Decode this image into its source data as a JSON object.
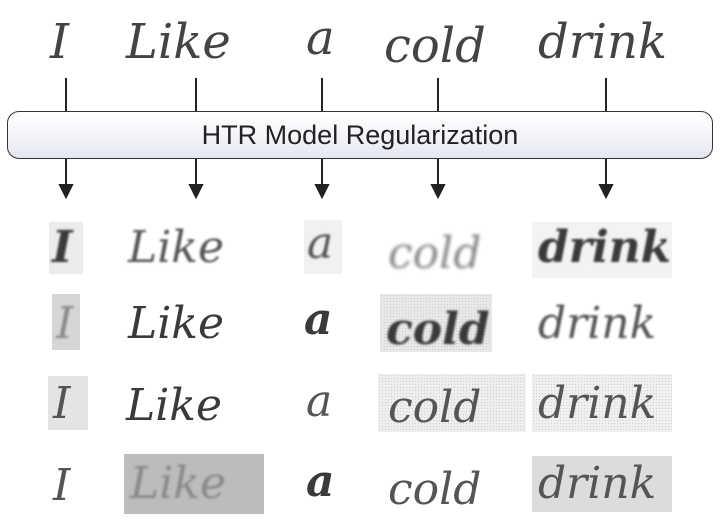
{
  "diagram": {
    "box_label": "HTR Model Regularization",
    "input_words": [
      "I",
      "Like",
      "a",
      "cold",
      "drink"
    ],
    "augmented_rows": [
      [
        "I",
        "Like",
        "a",
        "cold",
        "drink"
      ],
      [
        "I",
        "Like",
        "a",
        "cold",
        "drink"
      ],
      [
        "I",
        "Like",
        "a",
        "cold",
        "drink"
      ],
      [
        "I",
        "Like",
        "a",
        "cold",
        "drink"
      ]
    ]
  }
}
